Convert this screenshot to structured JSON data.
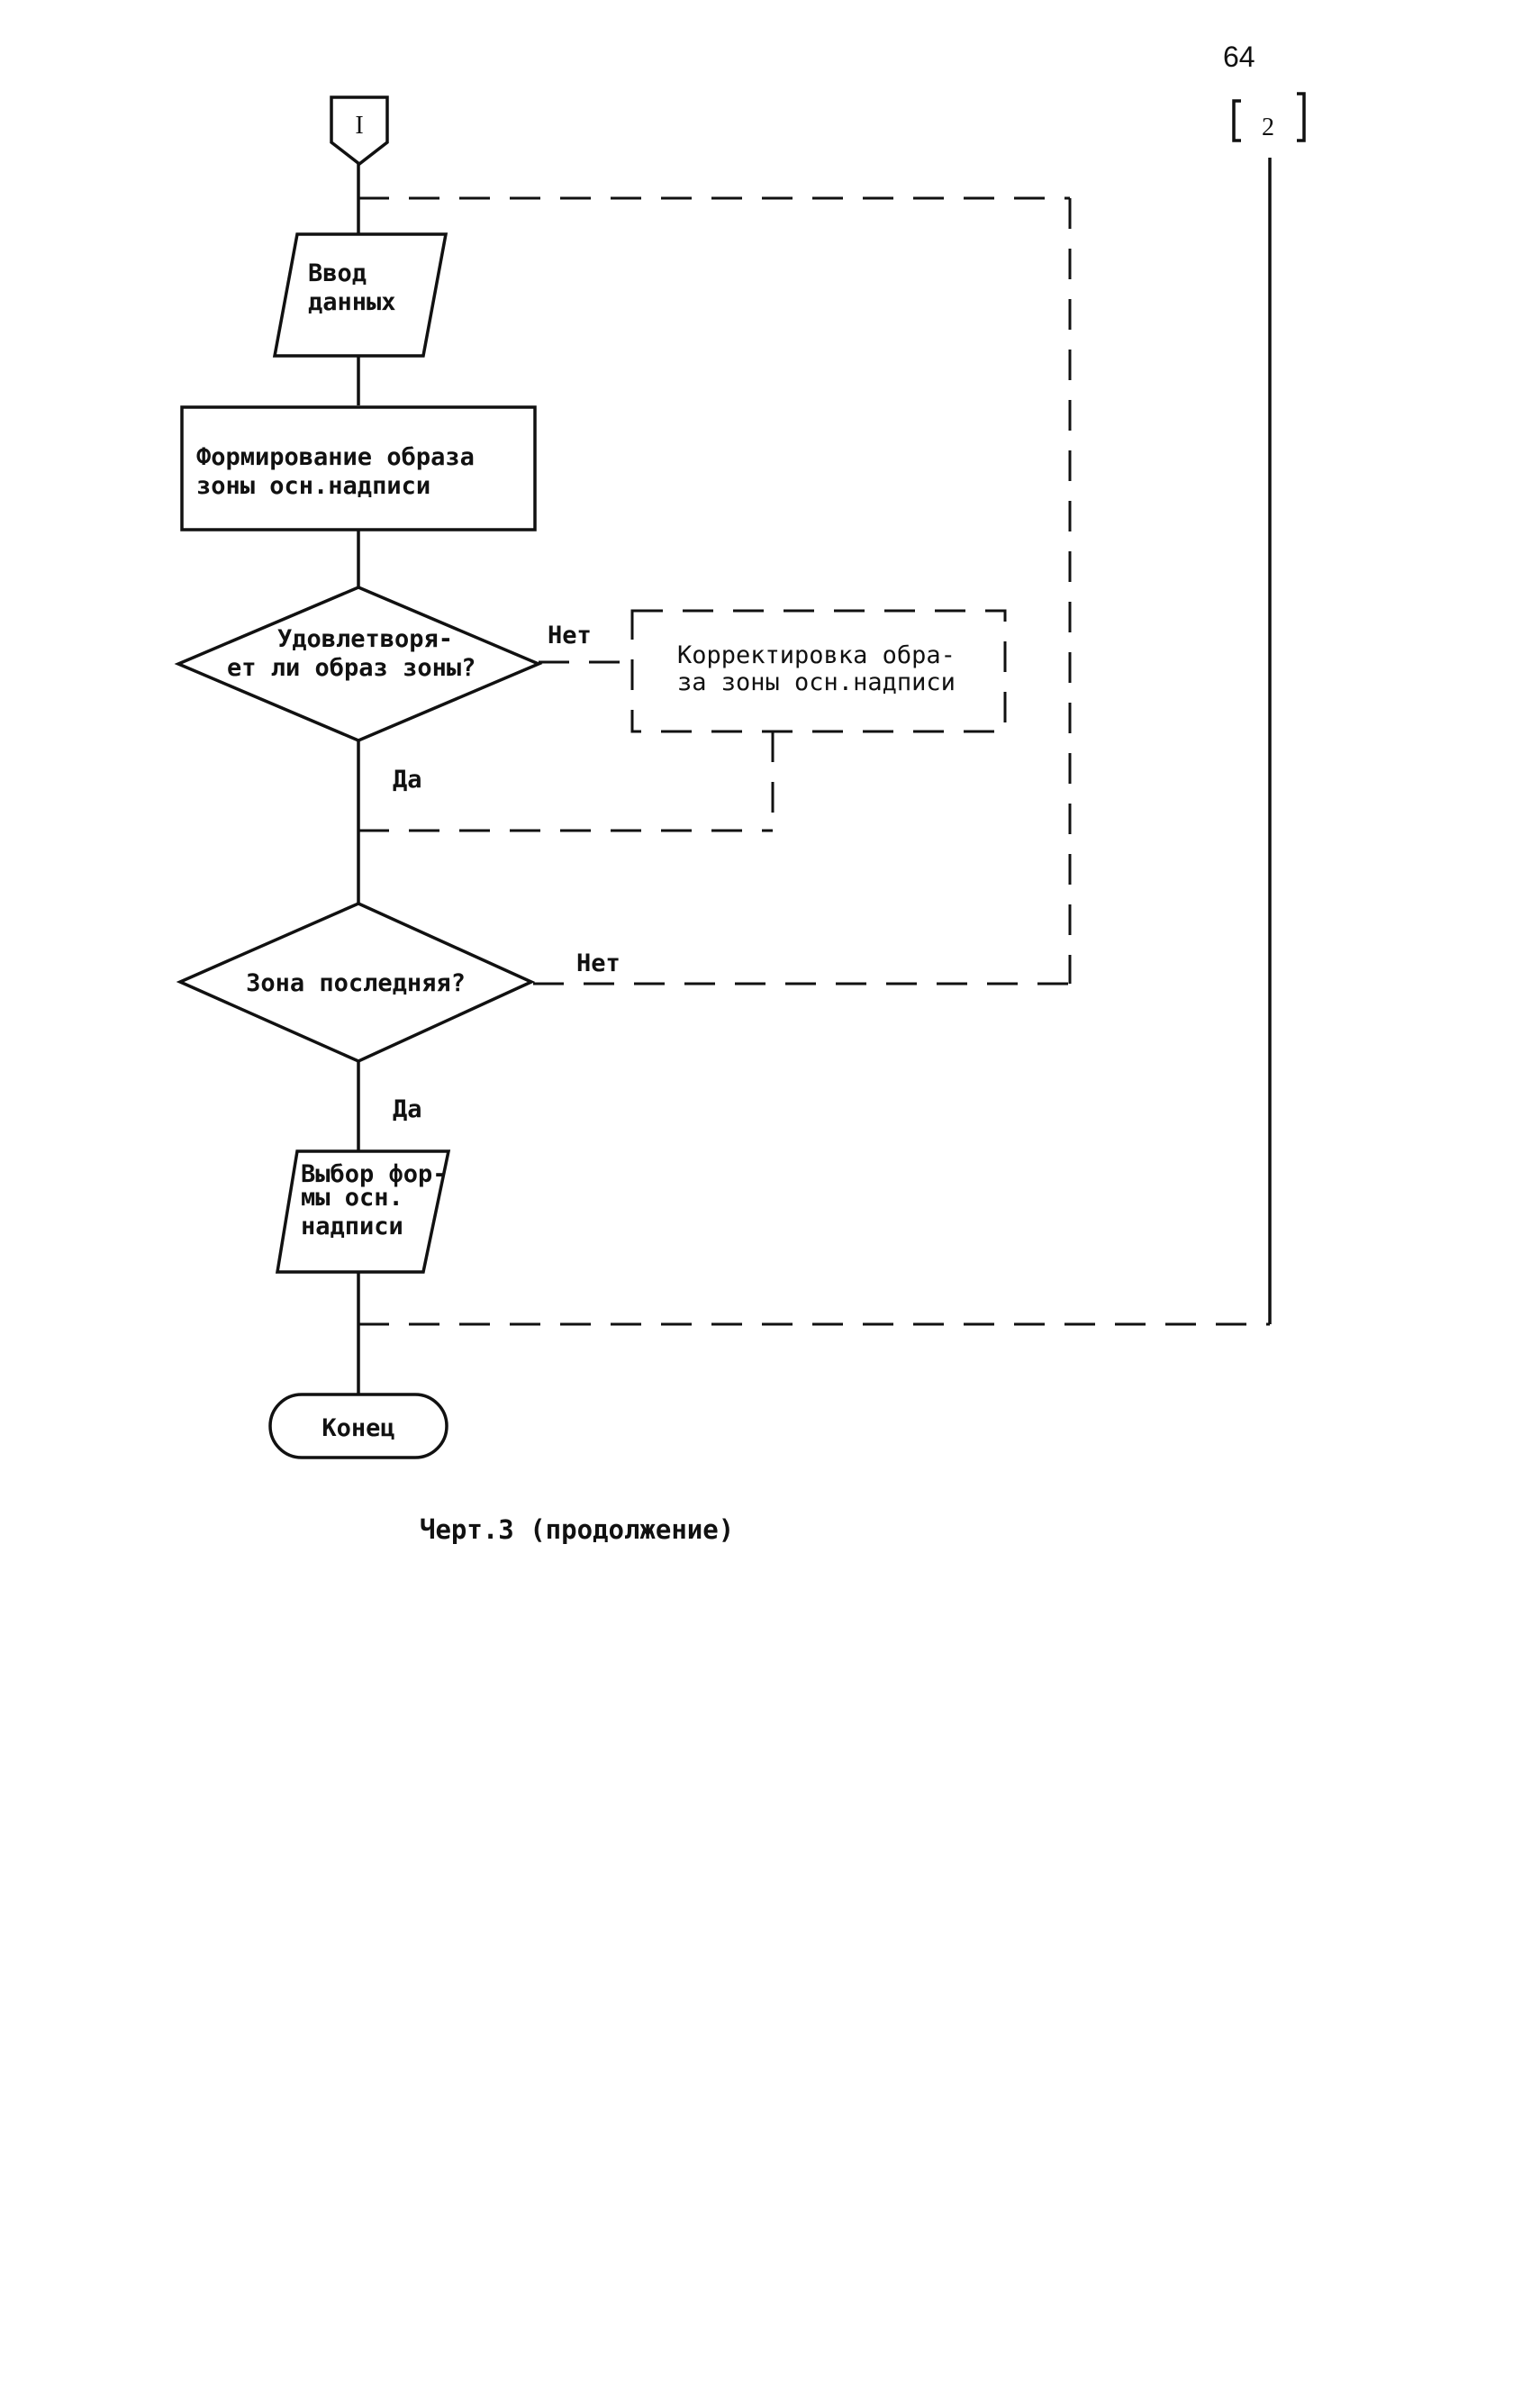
{
  "page_number": "64",
  "connectors": {
    "entry": "I",
    "exit": "2"
  },
  "nodes": {
    "input": [
      "Ввод",
      "данных"
    ],
    "form_image": [
      "Формирование образа",
      "зоны осн.надписи"
    ],
    "decision_ok": [
      "Удовлетворя-",
      "ет ли образ зоны?"
    ],
    "correction": [
      "Корректировка обра-",
      "за зоны осн.надписи"
    ],
    "decision_last": "Зона последняя?",
    "select_form": [
      "Выбор фор-",
      "мы осн.",
      "надписи"
    ],
    "end": "Конец"
  },
  "branch_labels": {
    "ok_no": "Нет",
    "ok_yes": "Да",
    "last_no": "Нет",
    "last_yes": "Да"
  },
  "caption": "Черт.3 (продолжение)"
}
